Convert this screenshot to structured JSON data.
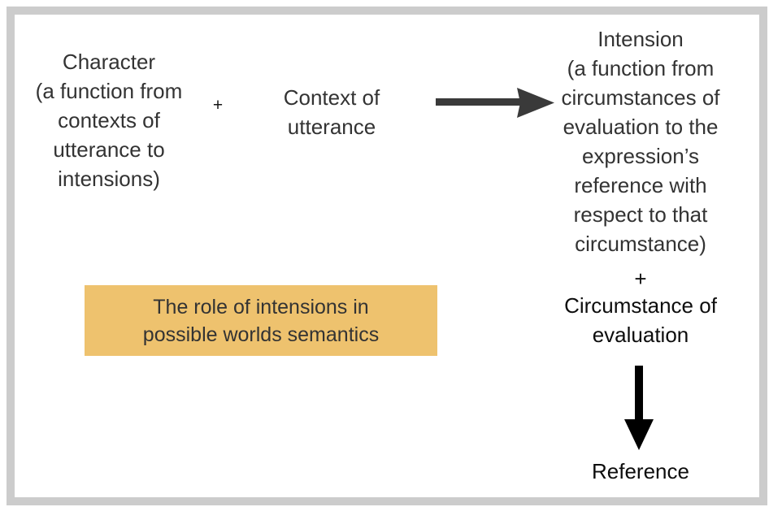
{
  "diagram": {
    "title_caption": "The role of intensions in\npossible worlds semantics",
    "frame_color": "#cccccc",
    "accent_color": "#eec26e",
    "text_color": "#333333",
    "arrow_color_horizontal": "#3a3a3a",
    "arrow_color_vertical": "#000000",
    "nodes": {
      "character": "Character\n(a function from\ncontexts of\nutterance to\nintensions)",
      "operator_1": "+",
      "context": "Context of\nutterance",
      "intension": "Intension\n(a function from\ncircumstances of\nevaluation to the\nexpression’s\nreference with\nrespect to that\ncircumstance)",
      "operator_2": "+",
      "circumstance": "Circumstance of\nevaluation",
      "reference": "Reference"
    },
    "arrows": {
      "horizontal": "arrow-right-icon",
      "vertical": "arrow-down-icon"
    }
  }
}
